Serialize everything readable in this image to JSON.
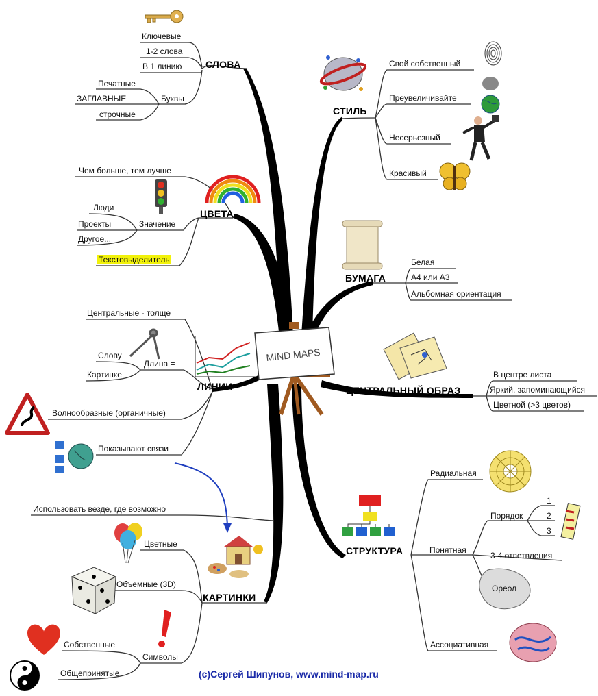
{
  "center": {
    "title": "MIND MAPS"
  },
  "branches": {
    "slova": {
      "title": "СЛОВА",
      "items": [
        "Ключевые",
        "1-2 слова",
        "В 1 линию",
        "Буквы"
      ],
      "sub": [
        "Печатные",
        "ЗАГЛАВНЫЕ",
        "строчные"
      ]
    },
    "tsveta": {
      "title": "ЦВЕТА",
      "items": [
        "Чем больше, тем лучше",
        "Значение",
        "Текстовыделитель"
      ],
      "sub": [
        "Люди",
        "Проекты",
        "Другое..."
      ]
    },
    "linii": {
      "title": "ЛИНИИ",
      "items": [
        "Центральные - толще",
        "Длина =",
        "Волнообразные (органичные)",
        "Показывают связи"
      ],
      "sub": [
        "Слову",
        "Картинке"
      ]
    },
    "kartinki": {
      "title": "КАРТИНКИ",
      "items": [
        "Использовать везде, где возможно",
        "Цветные",
        "Объемные (3D)",
        "Символы"
      ],
      "sub": [
        "Собственные",
        "Общепринятые"
      ]
    },
    "stil": {
      "title": "СТИЛЬ",
      "items": [
        "Свой собственный",
        "Преувеличивайте",
        "Несерьезный",
        "Красивый"
      ]
    },
    "bumaga": {
      "title": "БУМАГА",
      "items": [
        "Белая",
        "А4 или А3",
        "Альбомная ориентация"
      ]
    },
    "obraz": {
      "title": "ЦЕНТРАЛЬНЫЙ ОБРАЗ",
      "items": [
        "В центре листа",
        "Яркий, запоминающийся",
        "Цветной (>3 цветов)"
      ]
    },
    "struktura": {
      "title": "СТРУКТУРА",
      "items": [
        "Радиальная",
        "Понятная",
        "Ассоциативная"
      ],
      "sub": [
        "Порядок",
        "3-4 ответвления",
        "Ореол"
      ],
      "order": [
        "1",
        "2",
        "3"
      ]
    }
  },
  "credit": "(c)Сергей Шипунов, www.mind-map.ru",
  "colors": {
    "branch": "#000000",
    "thin": "#333333",
    "arrow": "#1f3fbf",
    "highlight": "#f2f20a",
    "credit": "#1a2aa8"
  },
  "icons": [
    "key-icon",
    "bust-icon",
    "traffic-light-icon",
    "rainbow-icon",
    "compass-icon",
    "line-graph-icon",
    "road-sign-icon",
    "network-icon",
    "balloons-icon",
    "dice-icon",
    "heart-icon",
    "yin-yang-icon",
    "exclamation-icon",
    "painting-icon",
    "fingerprint-icon",
    "globe-icon",
    "businessman-icon",
    "butterfly-icon",
    "scroll-icon",
    "maps-icon",
    "easel-icon",
    "org-chart-icon",
    "radial-icon",
    "list-icon",
    "brain-icon"
  ]
}
